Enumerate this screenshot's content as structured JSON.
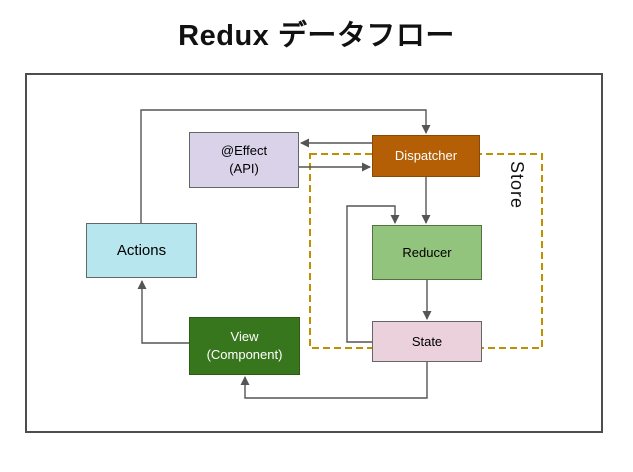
{
  "title": "Redux データフロー",
  "diagram": {
    "nodes": {
      "effect": {
        "line1": "@Effect",
        "line2": "(API)",
        "fill": "#d9d2e9",
        "text_color": "#000000"
      },
      "dispatcher": {
        "label": "Dispatcher",
        "fill": "#b45f06",
        "text_color": "#ffffff"
      },
      "actions": {
        "label": "Actions",
        "fill": "#b8e6ee",
        "text_color": "#000000"
      },
      "reducer": {
        "label": "Reducer",
        "fill": "#93c47d",
        "text_color": "#000000"
      },
      "view": {
        "line1": "View",
        "line2": "(Component)",
        "fill": "#38761d",
        "text_color": "#ffffff"
      },
      "state": {
        "label": "State",
        "fill": "#ead1dc",
        "text_color": "#000000"
      }
    },
    "store": {
      "label": "Store",
      "border_color": "#bf9000",
      "border_style": "dashed"
    },
    "connector_color": "#555555",
    "edges": [
      {
        "from": "Actions",
        "to": "Dispatcher"
      },
      {
        "from": "Dispatcher",
        "to": "@Effect (API)"
      },
      {
        "from": "@Effect (API)",
        "to": "Dispatcher"
      },
      {
        "from": "Dispatcher",
        "to": "Reducer"
      },
      {
        "from": "Reducer",
        "to": "State"
      },
      {
        "from": "State",
        "to": "Reducer"
      },
      {
        "from": "State",
        "to": "View (Component)"
      },
      {
        "from": "View (Component)",
        "to": "Actions"
      }
    ]
  }
}
